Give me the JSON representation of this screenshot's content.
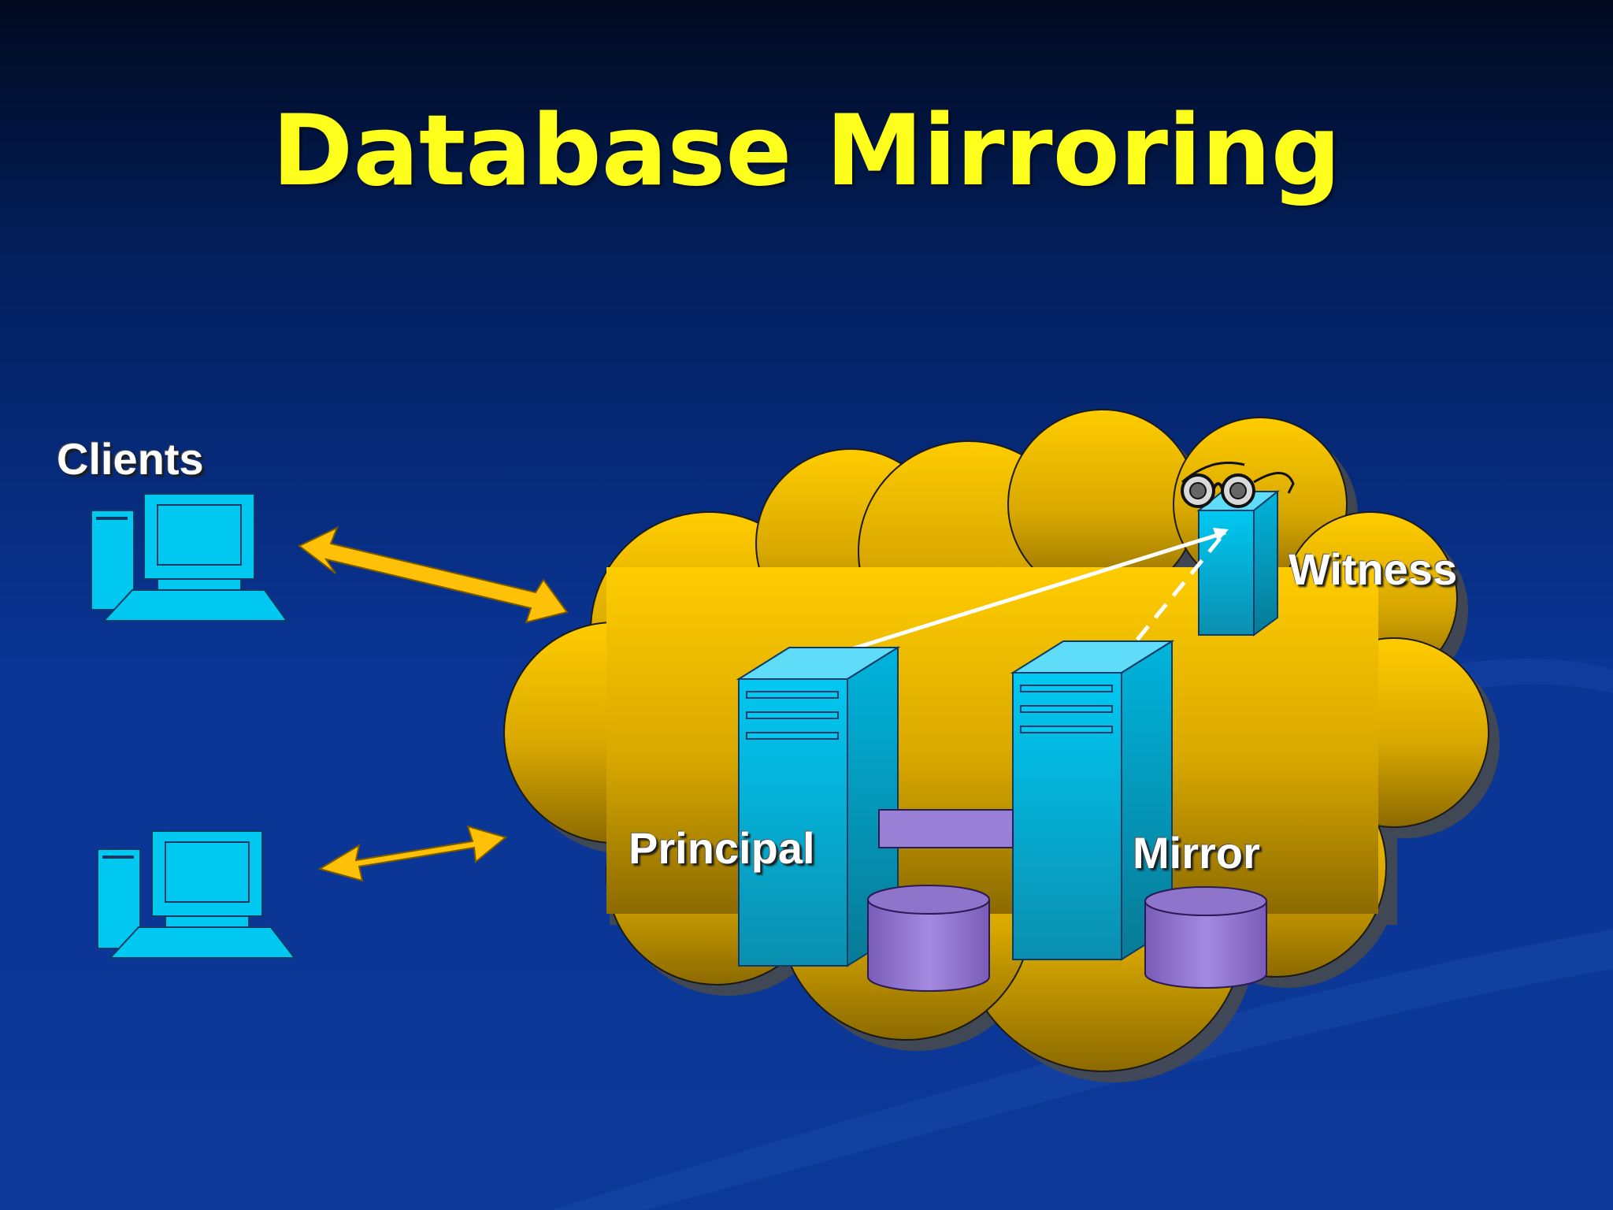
{
  "slide": {
    "title": "Database Mirroring"
  },
  "labels": {
    "clients": "Clients",
    "principal": "Principal",
    "mirror": "Mirror",
    "witness": "Witness"
  },
  "colors": {
    "title": "#ffff1e",
    "cloud": "#f2c300",
    "server": "#00c8f0",
    "database": "#9a7fd6",
    "arrow": "#ffc107"
  },
  "icons": {
    "client_1": "desktop-computer-icon",
    "client_2": "desktop-computer-icon",
    "witness": "server-with-glasses-icon",
    "principal": "server-tower-icon",
    "mirror": "server-tower-icon"
  }
}
